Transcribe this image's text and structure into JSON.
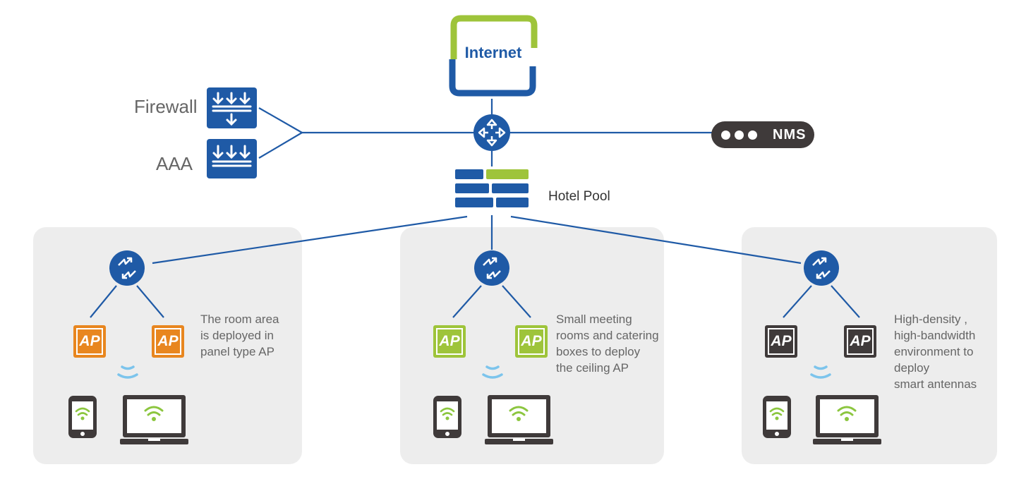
{
  "nodes": {
    "internet": "Internet",
    "firewall": "Firewall",
    "aaa": "AAA",
    "nms": "NMS",
    "hotel_pool": "Hotel Pool"
  },
  "zones": [
    {
      "ap_label": "AP",
      "ap_color": "#e8861f",
      "description": "The room area\nis deployed in\npanel type AP"
    },
    {
      "ap_label": "AP",
      "ap_color": "#9ec43a",
      "description": "Small meeting\nrooms and catering\n boxes to deploy\nthe ceiling AP"
    },
    {
      "ap_label": "AP",
      "ap_color": "#3f3a3a",
      "description": "High-density ,\nhigh-bandwidth\nenvironment to\ndeploy\nsmart antennas"
    }
  ],
  "colors": {
    "primary_blue": "#1f5aa6",
    "accent_green": "#9ec43a",
    "wifi_green": "#8cc63f",
    "signal_blue": "#7cc4ec",
    "dark_gray": "#3f3a3a",
    "panel_gray": "#ededed"
  }
}
